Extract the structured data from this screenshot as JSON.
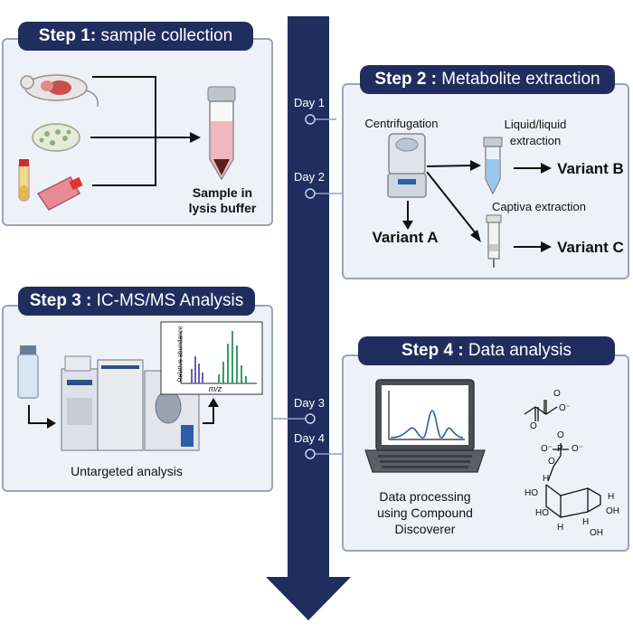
{
  "steps": {
    "s1": {
      "num": "Step 1:",
      "title": "sample collection",
      "caption_line1": "Sample in",
      "caption_line2": "lysis buffer"
    },
    "s2": {
      "num": "Step 2 :",
      "title": "Metabolite extraction",
      "centrifugation": "Centrifugation",
      "lle_line1": "Liquid/liquid",
      "lle_line2": "extraction",
      "captiva": "Captiva extraction",
      "variant_a": "Variant A",
      "variant_b": "Variant B",
      "variant_c": "Variant C"
    },
    "s3": {
      "num": "Step 3 :",
      "title": "IC-MS/MS Analysis",
      "ylabel": "Relative abundance",
      "xlabel": "m/z",
      "caption": "Untargeted analysis"
    },
    "s4": {
      "num": "Step 4 :",
      "title": "Data analysis",
      "caption_line1": "Data processing",
      "caption_line2": "using Compound",
      "caption_line3": "Discoverer"
    }
  },
  "timeline": {
    "day1": "Day 1",
    "day2": "Day 2",
    "day3": "Day 3",
    "day4": "Day 4"
  },
  "chem": {
    "o_minus_1": "O⁻",
    "o_1": "O",
    "o_minus_2": "O⁻",
    "p": "P",
    "o_2": "O",
    "o_3": "O",
    "o_minus_3": "O⁻",
    "oh1": "HO",
    "h1": "H",
    "oh2": "HO",
    "h2": "H",
    "o_ring": "O",
    "h3": "H",
    "oh3": "OH",
    "h4": "H",
    "oh4": "OH"
  },
  "colors": {
    "navy": "#1f2e5e",
    "panel_bg": "#eef1f8",
    "panel_border": "#9aa3bd",
    "spectrum_purple": "#6a5fb0",
    "spectrum_green": "#3a9a6a",
    "accent_blue": "#3a66c0"
  }
}
